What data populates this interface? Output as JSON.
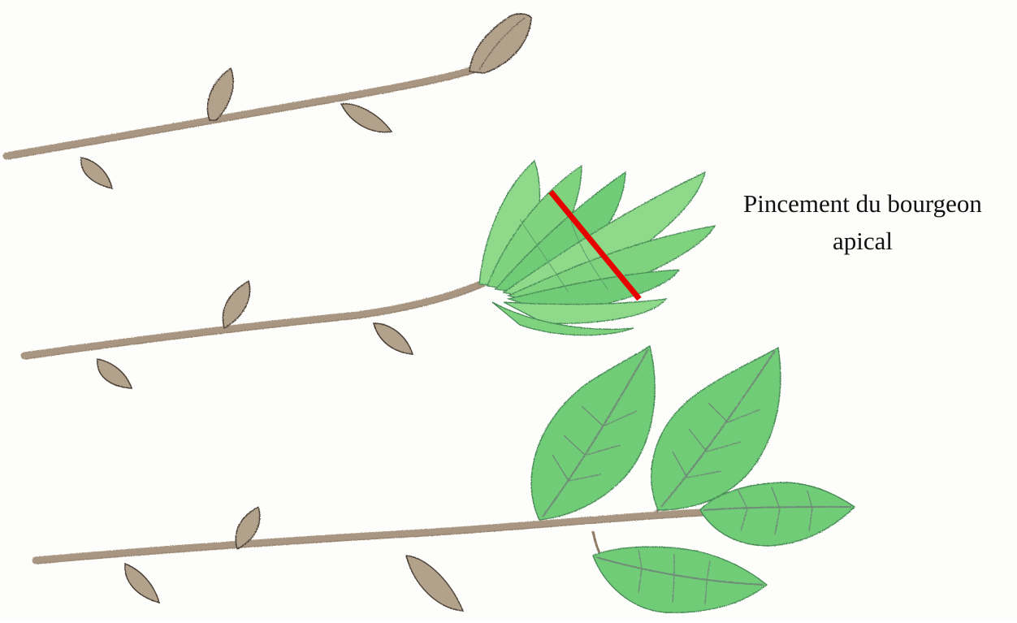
{
  "annotation": {
    "line1": "Pincement du bourgeon",
    "line2": "apical"
  },
  "colors": {
    "twig": "#a89682",
    "twig_dark": "#8d7a66",
    "bud": "#b2a28c",
    "leaf_light": "#8ed98a",
    "leaf_mid": "#5cc46a",
    "leaf_vein": "#6f8a78",
    "cut_line": "#e60000"
  },
  "illustration": {
    "stems": [
      {
        "stage": "bare-twig-with-buds"
      },
      {
        "stage": "new-shoot-pinched"
      },
      {
        "stage": "branch-with-leaves"
      }
    ]
  }
}
